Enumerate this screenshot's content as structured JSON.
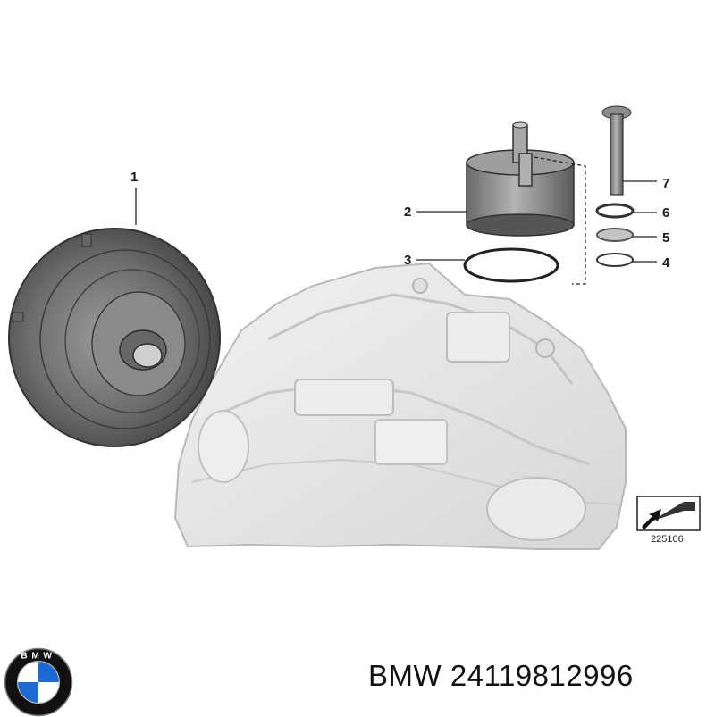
{
  "callouts": {
    "c1": "1",
    "c2": "2",
    "c3": "3",
    "c4": "4",
    "c5": "5",
    "c6": "6",
    "c7": "7"
  },
  "reference_number": "225106",
  "caption": {
    "brand": "BMW",
    "part_number": "24119812996"
  },
  "logo": {
    "text": "BMW",
    "icon": "bmw-roundel-icon",
    "colors": {
      "blue": "#1c69d4",
      "white": "#ffffff",
      "ring": "#111111"
    }
  },
  "colors": {
    "part_dark": "#4a4a4a",
    "part_mid": "#7a7a7a",
    "housing": "#e6e6e6"
  }
}
